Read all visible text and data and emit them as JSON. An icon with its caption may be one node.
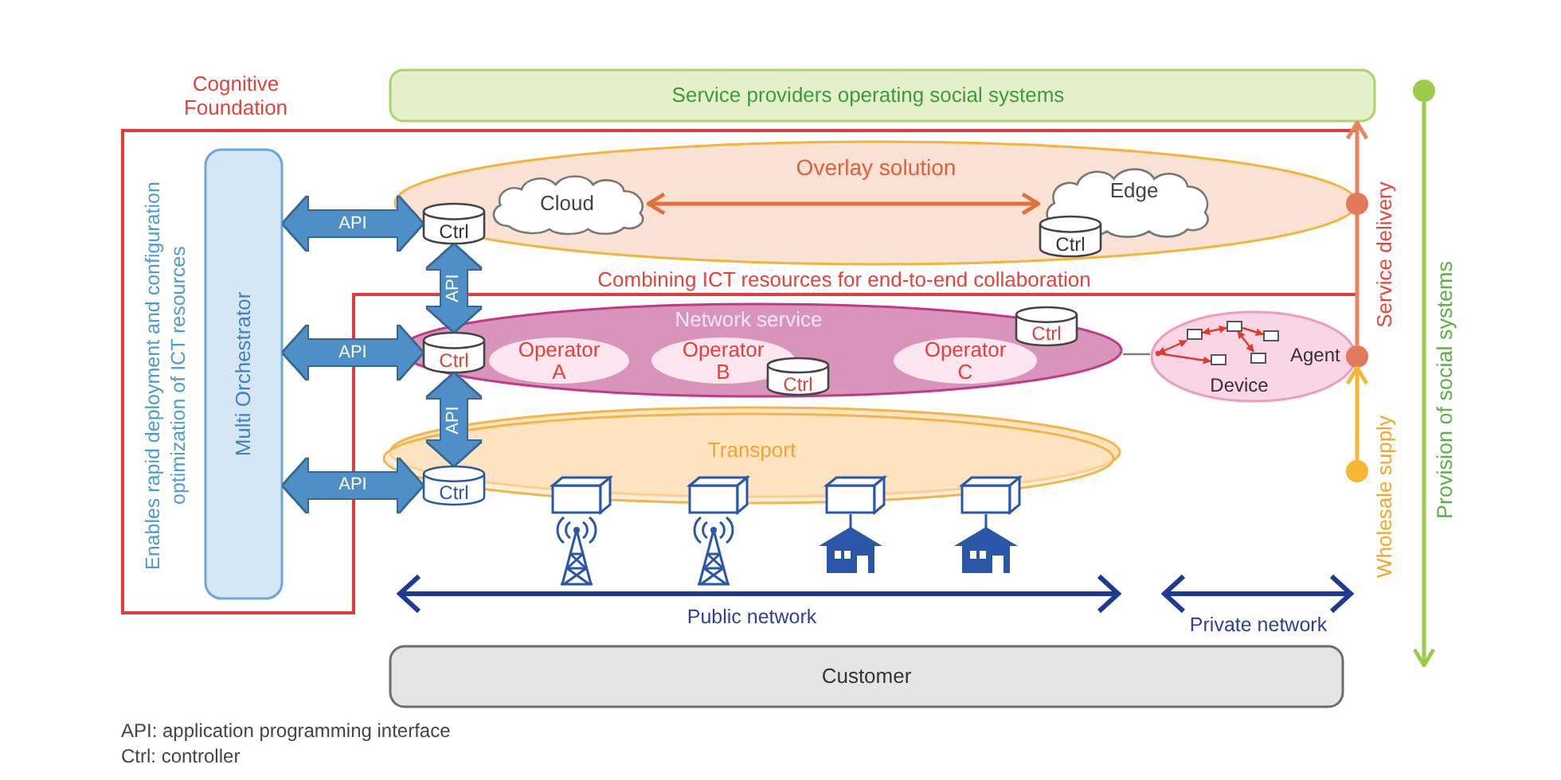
{
  "diagram": {
    "nodes": [
      {
        "text": [
          "Cognitive Foundation",
          "Enables rapid deployment and configuration optimization of ICT resources",
          "Combining ICT resources for end-to-end collaboration"
        ]
      },
      {
        "text": [
          "Service providers operating social systems"
        ]
      },
      {
        "text": [
          "Multi Orchestrator"
        ],
        "in": 0
      },
      {
        "text": [
          "Overlay solution"
        ],
        "in": 0
      },
      {
        "text": [
          "Ctrl"
        ],
        "in": 3
      },
      {
        "text": [
          "Cloud"
        ],
        "in": 3
      },
      {
        "text": [
          "Edge"
        ],
        "in": 3
      },
      {
        "text": [
          "Ctrl"
        ],
        "in": 3
      },
      {
        "text": [
          "Network service"
        ]
      },
      {
        "text": [
          "Ctrl"
        ],
        "in": 8
      },
      {
        "text": [
          "Operator A"
        ],
        "in": 8
      },
      {
        "text": [
          "Operator B"
        ],
        "in": 8
      },
      {
        "text": [
          "Ctrl"
        ],
        "in": 8
      },
      {
        "text": [
          "Operator C"
        ],
        "in": 8
      },
      {
        "text": [
          "Ctrl"
        ],
        "in": 8
      },
      {
        "text": [
          "Agent",
          "Device"
        ]
      },
      {
        "text": [
          "Transport"
        ]
      },
      {
        "text": [
          "Ctrl"
        ],
        "in": 16
      },
      {
        "text": [
          "Customer"
        ]
      },
      {
        "text": [],
        "shape": "circle"
      },
      {
        "text": [],
        "shape": "circle"
      },
      {
        "text": [],
        "shape": "circle"
      },
      {
        "text": [],
        "shape": "circle"
      }
    ],
    "edges": [
      {
        "from": 2,
        "to": 4,
        "arrow": "both",
        "label": "API",
        "style": "thick"
      },
      {
        "from": 2,
        "to": 9,
        "arrow": "both",
        "label": "API",
        "style": "thick"
      },
      {
        "from": 2,
        "to": 17,
        "arrow": "both",
        "label": "API",
        "style": "thick"
      },
      {
        "from": 4,
        "to": 9,
        "arrow": "both",
        "label": "API",
        "style": "thick"
      },
      {
        "from": 9,
        "to": 17,
        "arrow": "both",
        "label": "API",
        "style": "thick"
      },
      {
        "from": 5,
        "to": 6,
        "arrow": "both",
        "color": "#e2703f"
      },
      {
        "from": 8,
        "to": 15,
        "arrow": "none",
        "color": "#7f7f7f"
      },
      {
        "from": 20,
        "to": 19,
        "arrow": "none",
        "label": "Service delivery",
        "color": "#e8845f"
      },
      {
        "from": 19,
        "to": 1,
        "arrow": "to",
        "color": "#e8845f"
      },
      {
        "from": 21,
        "to": 20,
        "arrow": "to",
        "label": "Wholesale supply",
        "color": "#f5b634"
      },
      {
        "from": 22,
        "to": null,
        "arrow": "to",
        "label": "Provision of social systems",
        "color": "#9ccb4a"
      }
    ],
    "labels": [
      "Public network",
      "Private network",
      "API: application programming interface",
      "Ctrl: controller"
    ]
  }
}
